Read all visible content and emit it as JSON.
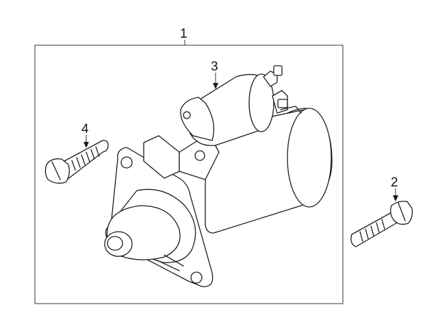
{
  "callouts": {
    "assembly": "1",
    "bolt_right": "2",
    "solenoid": "3",
    "bolt_left": "4"
  },
  "icons": [
    "starter-motor",
    "bolt",
    "bolt"
  ],
  "colors": {
    "line": "#1a1a1a",
    "background": "#ffffff"
  }
}
